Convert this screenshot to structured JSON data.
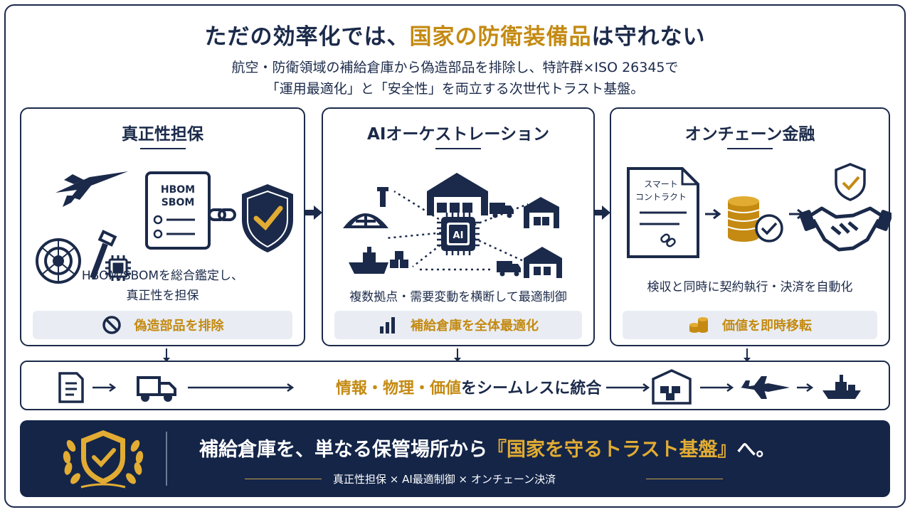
{
  "header": {
    "title_part1": "ただの効率化では、",
    "title_highlight": "国家の防衛装備品",
    "title_part2": "は守れない",
    "subtitle_line1": "航空・防衛領域の補給倉庫から偽造部品を排除し、特許群×ISO 26345で",
    "subtitle_line2": "「運用最適化」と「安全性」を両立する次世代トラスト基盤。"
  },
  "cards": [
    {
      "title": "真正性担保",
      "doc_line1": "HBOM",
      "doc_line2": "SBOM",
      "text_line1": "HBOM/SBOMを総合鑑定し、",
      "text_line2": "真正性を担保",
      "pill": "偽造部品を排除",
      "pill_icon": "prohibited-icon"
    },
    {
      "title": "AIオーケストレーション",
      "chip_label": "AI",
      "text_line1": "複数拠点・需要変動を横断して最適制御",
      "pill": "補給倉庫を全体最適化",
      "pill_icon": "bar-chart-icon"
    },
    {
      "title": "オンチェーン金融",
      "doc_line1": "スマート",
      "doc_line2": "コントラクト",
      "text_line1": "検収と同時に契約執行・決済を自動化",
      "pill": "価値を即時移転",
      "pill_icon": "coins-icon"
    }
  ],
  "flow": {
    "text_highlight": "情報・物理・価値",
    "text_rest": "をシームレスに統合"
  },
  "banner": {
    "main_part1": "補給倉庫を、単なる保管場所から",
    "main_highlight": "『国家を守るトラスト基盤』",
    "main_part2": "へ。",
    "sub": "真正性担保 × AI最適制御 × オンチェーン決済"
  },
  "colors": {
    "navy": "#1b2a4a",
    "gold": "#c48a12",
    "banner_bg": "#142548",
    "pill_bg": "#e9edf3"
  }
}
